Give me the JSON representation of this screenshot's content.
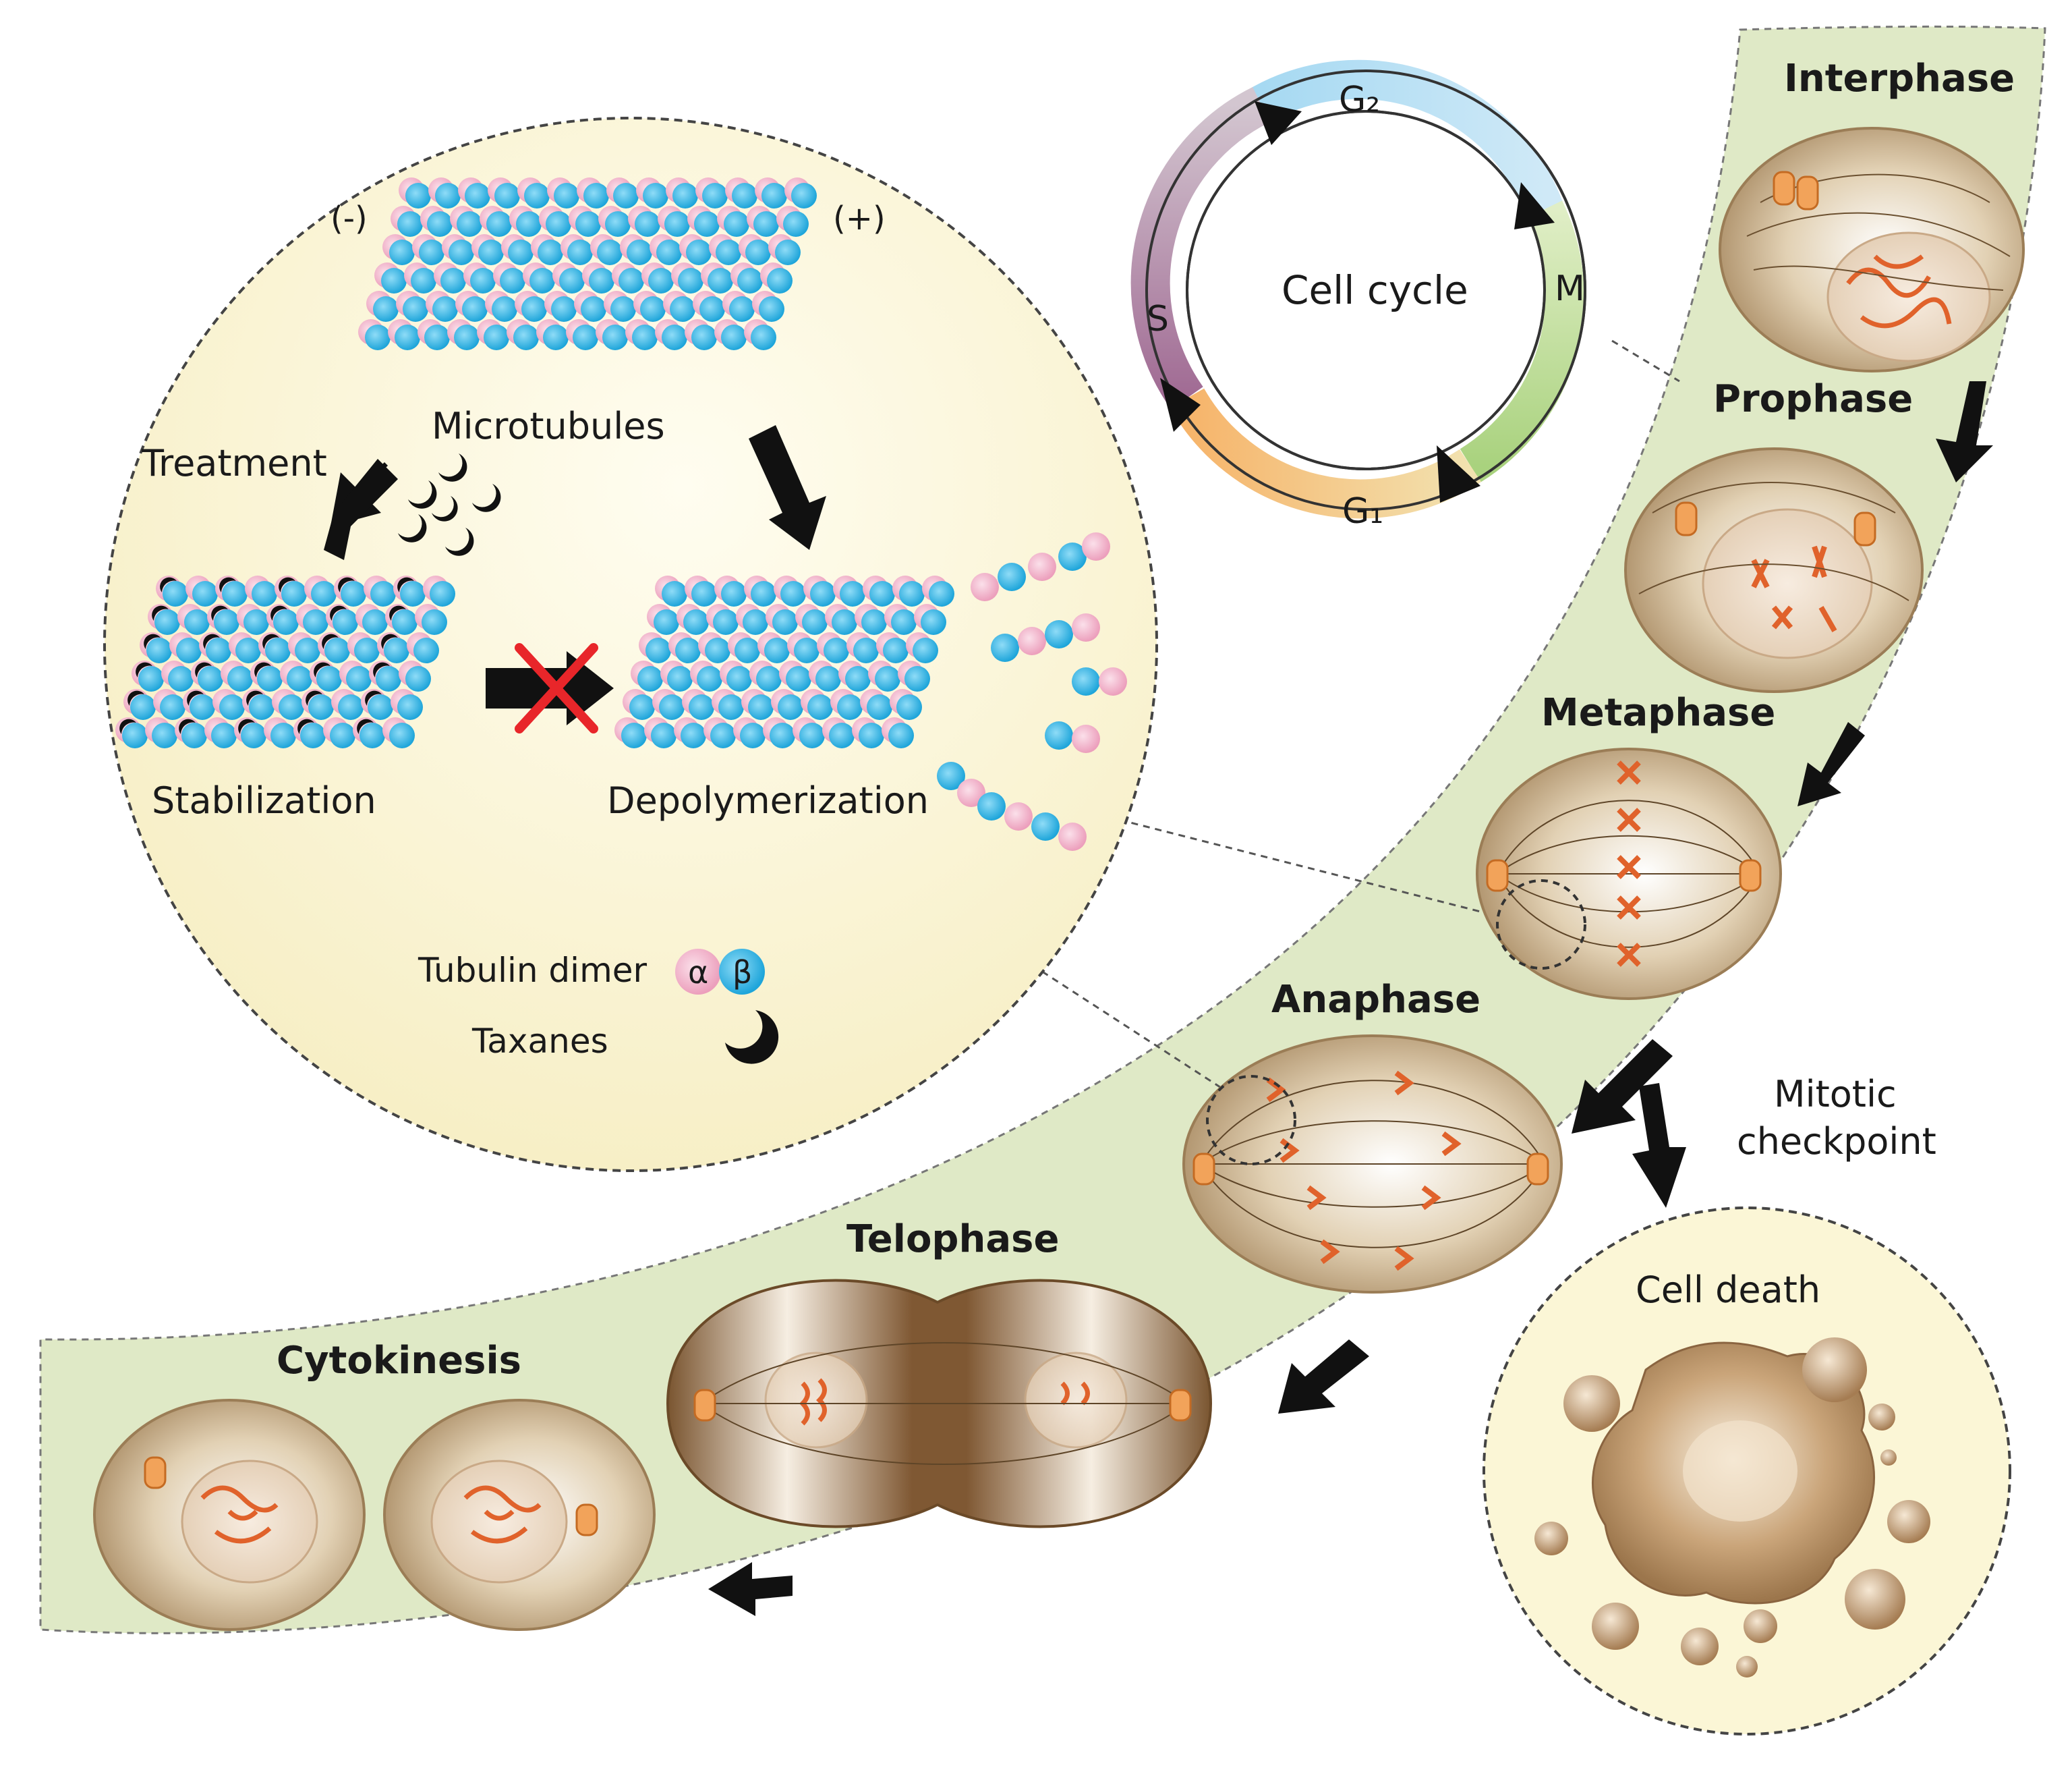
{
  "cell_cycle": {
    "title": "Cell cycle",
    "g2": "G₂",
    "m": "M",
    "g1": "G₁",
    "s": "S"
  },
  "microtubule_panel": {
    "minus_end": "(-)",
    "plus_end": "(+)",
    "microtubules": "Microtubules",
    "treatment": "Treatment",
    "stabilization": "Stabilization",
    "depolymerization": "Depolymerization",
    "tubulin_dimer": "Tubulin dimer",
    "alpha": "α",
    "beta": "β",
    "taxanes": "Taxanes"
  },
  "phases": {
    "interphase": "Interphase",
    "prophase": "Prophase",
    "metaphase": "Metaphase",
    "anaphase": "Anaphase",
    "telophase": "Telophase",
    "cytokinesis": "Cytokinesis"
  },
  "checkpoint": {
    "line1": "Mitotic",
    "line2": "checkpoint"
  },
  "cell_death": "Cell death",
  "colors": {
    "band": "#dfe9c6",
    "panel": "#fbf6d6",
    "alpha": "#f2b6cb",
    "beta": "#3fb6e6",
    "cell": "#c9b08d",
    "chromosome": "#e0622b",
    "arrow": "#111111",
    "cross": "#e8262a"
  }
}
